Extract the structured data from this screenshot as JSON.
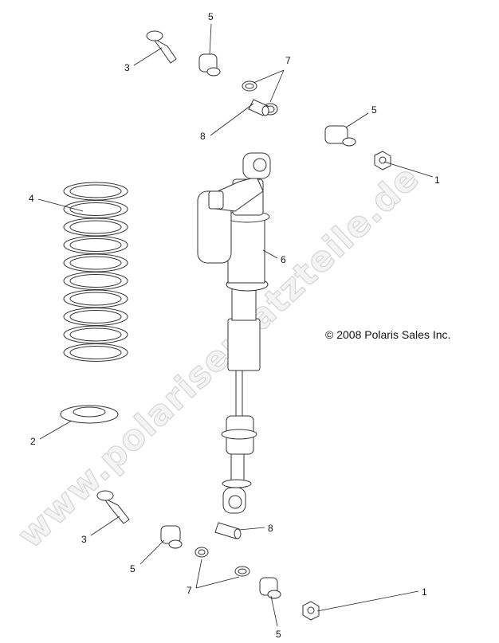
{
  "copyright": "© 2008 Polaris Sales Inc.",
  "watermark": "www.polarisersatzteile.de",
  "callouts": [
    "3",
    "5",
    "7",
    "8",
    "5",
    "1",
    "4",
    "6",
    "2",
    "3",
    "5",
    "8",
    "7",
    "1",
    "5"
  ]
}
